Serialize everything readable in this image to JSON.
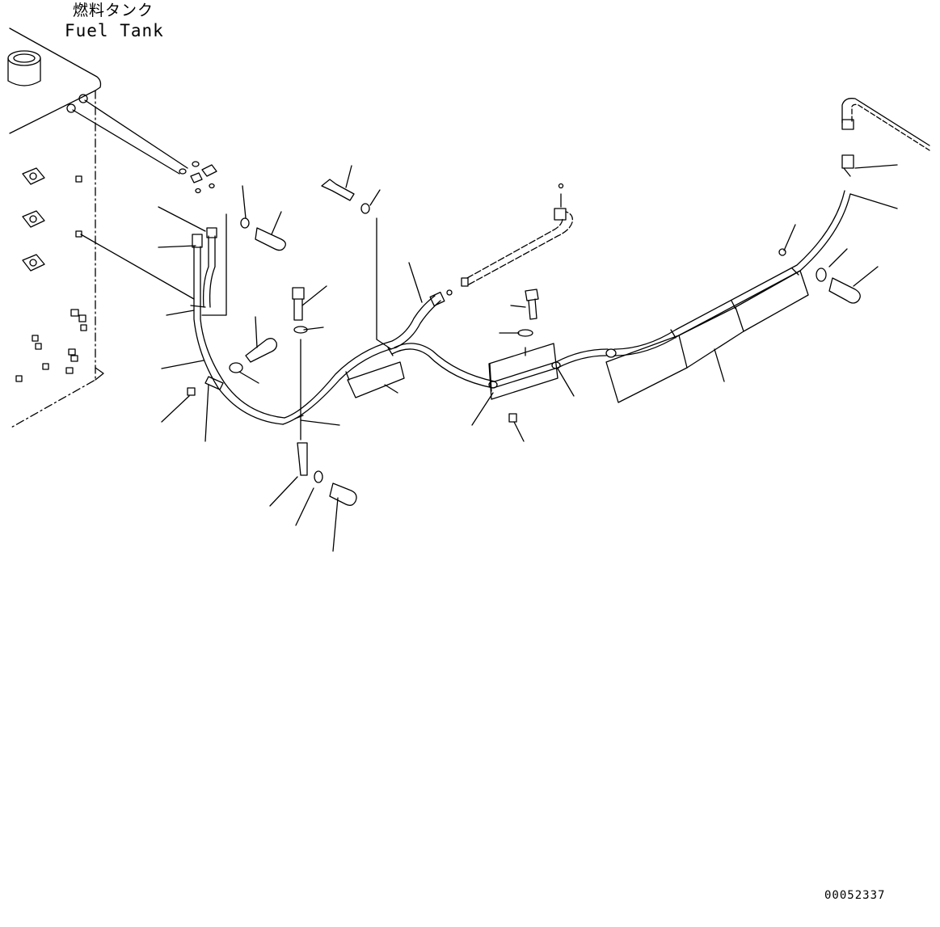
{
  "diagram": {
    "label_japanese": "燃料タンク",
    "label_english": "Fuel Tank",
    "drawing_number": "00052337"
  },
  "colors": {
    "line": "#000000",
    "background": "#ffffff"
  }
}
